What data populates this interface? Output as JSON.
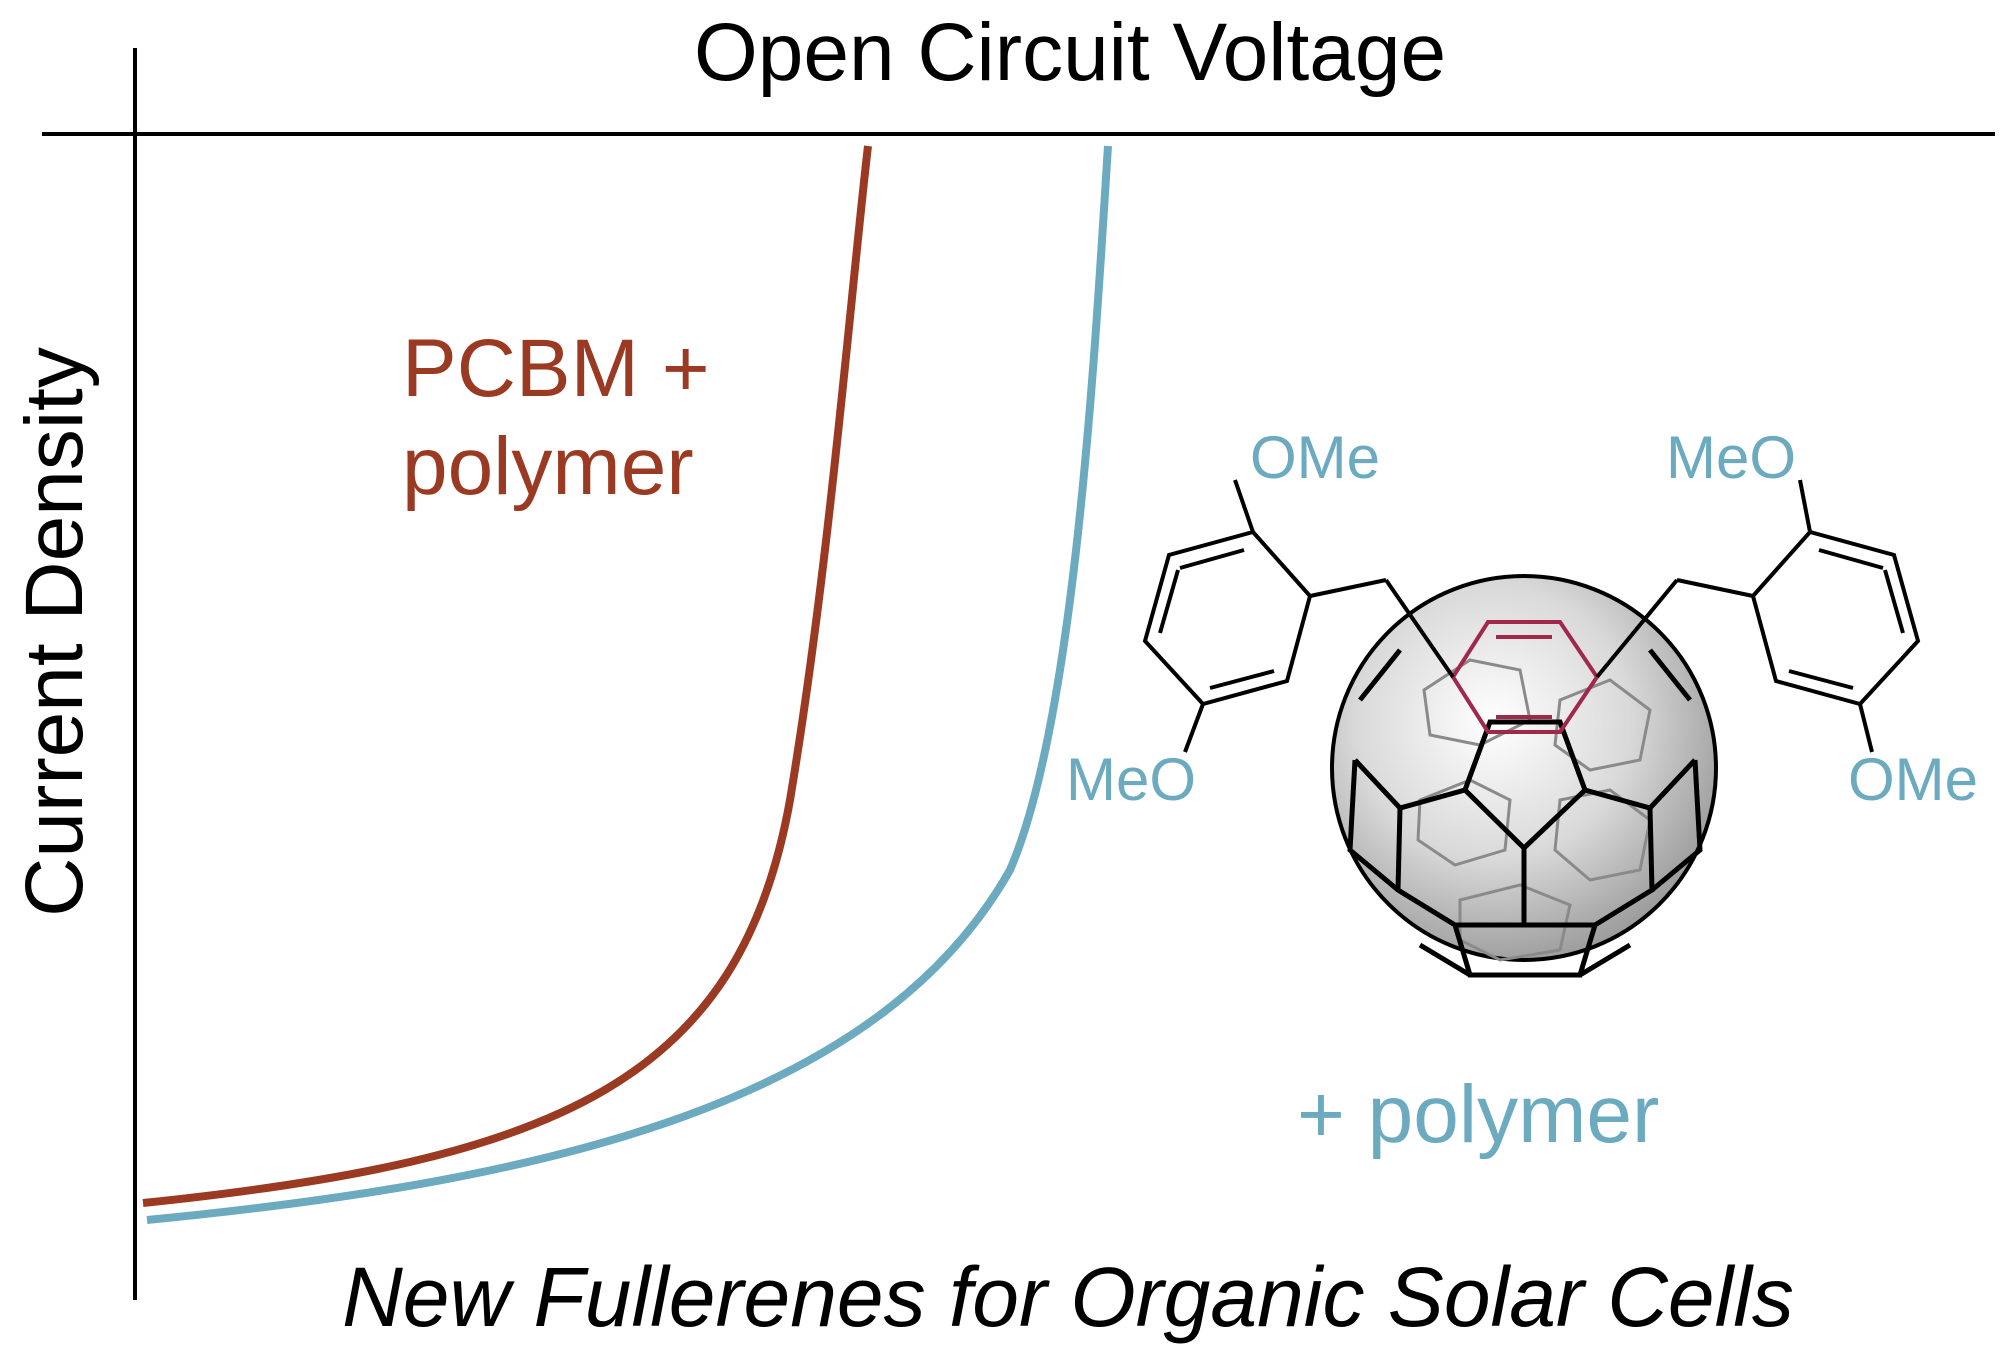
{
  "header": {
    "label": "Open Circuit Voltage"
  },
  "axis": {
    "y_label": "Current Density"
  },
  "curves": [
    {
      "label_line1": "PCBM +",
      "label_line2": "polymer",
      "color": "#9B3A22"
    },
    {
      "label": "+ polymer",
      "color": "#6BAABF"
    }
  ],
  "molecule": {
    "substituents": [
      "OMe",
      "MeO",
      "MeO",
      "OMe"
    ],
    "substituent_color": "#6BAABF",
    "highlight_color": "#A0284A"
  },
  "footer": {
    "title": "New Fullerenes for Organic Solar Cells"
  },
  "colors": {
    "axis": "#000000",
    "ink": "#111111"
  }
}
